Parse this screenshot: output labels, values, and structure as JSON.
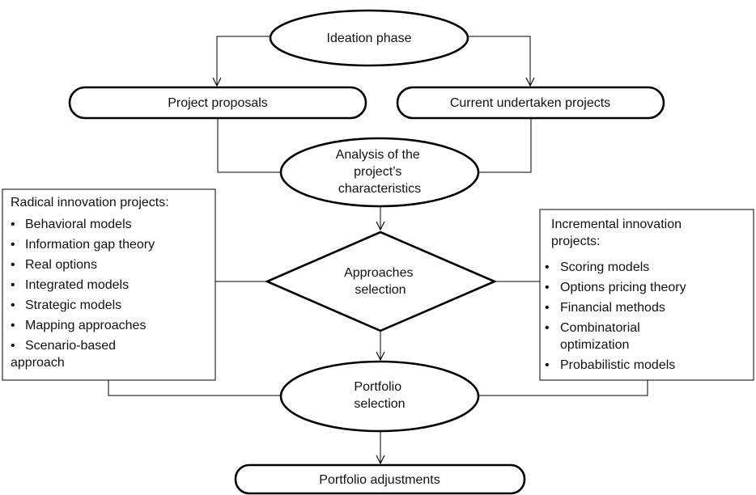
{
  "nodes": {
    "ideation": [
      "Ideation phase"
    ],
    "proposals": [
      "Project proposals"
    ],
    "current": [
      "Current undertaken projects"
    ],
    "analysis": [
      "Analysis of the",
      "project’s",
      "characteristics"
    ],
    "approaches": [
      "Approaches",
      "selection"
    ],
    "portfolio_selection": [
      "Portfolio",
      "selection"
    ],
    "adjustments": [
      "Portfolio adjustments"
    ]
  },
  "radical_box": {
    "title": "Radical innovation projects:",
    "items": [
      [
        "Behavioral models"
      ],
      [
        "Information gap theory"
      ],
      [
        "Real options"
      ],
      [
        "Integrated models"
      ],
      [
        "Strategic models"
      ],
      [
        "Mapping approaches"
      ],
      [
        "Scenario-based",
        "approach"
      ]
    ]
  },
  "incremental_box": {
    "title": [
      "Incremental innovation",
      "projects:"
    ],
    "items": [
      [
        "Scoring models"
      ],
      [
        "Options pricing theory"
      ],
      [
        "Financial methods"
      ],
      [
        "Combinatorial",
        "optimization"
      ],
      [
        "Probabilistic models"
      ]
    ]
  },
  "bullet": "•"
}
